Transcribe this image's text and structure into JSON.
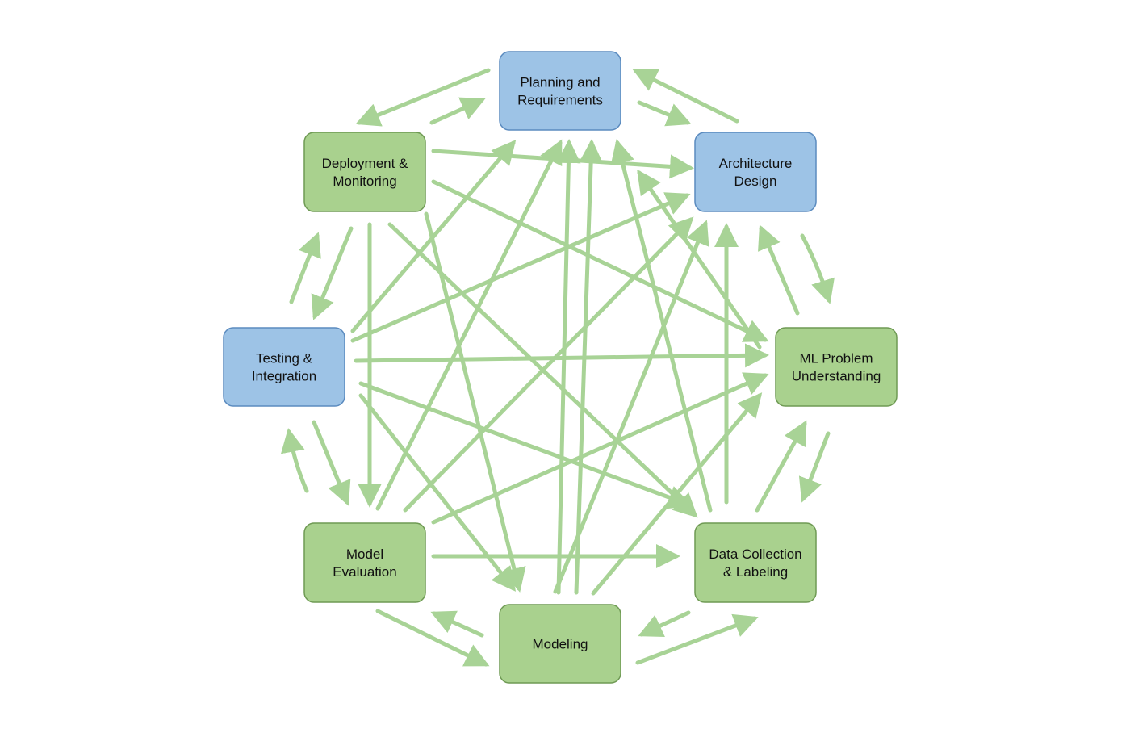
{
  "colors": {
    "arrow": "#a8d396",
    "blue_fill": "#9dc3e6",
    "blue_stroke": "#5b8bbf",
    "green_fill": "#a9d18e",
    "green_stroke": "#6f9a54"
  },
  "nodes": {
    "planning": {
      "lines": [
        "Planning and",
        "Requirements"
      ],
      "color": "blue"
    },
    "architecture": {
      "lines": [
        "Architecture",
        "Design"
      ],
      "color": "blue"
    },
    "ml_problem": {
      "lines": [
        "ML Problem",
        "Understanding"
      ],
      "color": "green"
    },
    "data_collection": {
      "lines": [
        "Data Collection",
        "& Labeling"
      ],
      "color": "green"
    },
    "modeling": {
      "lines": [
        "Modeling"
      ],
      "color": "green"
    },
    "model_evaluation": {
      "lines": [
        "Model",
        "Evaluation"
      ],
      "color": "green"
    },
    "testing": {
      "lines": [
        "Testing &",
        "Integration"
      ],
      "color": "blue"
    },
    "deployment": {
      "lines": [
        "Deployment &",
        "Monitoring"
      ],
      "color": "green"
    }
  }
}
